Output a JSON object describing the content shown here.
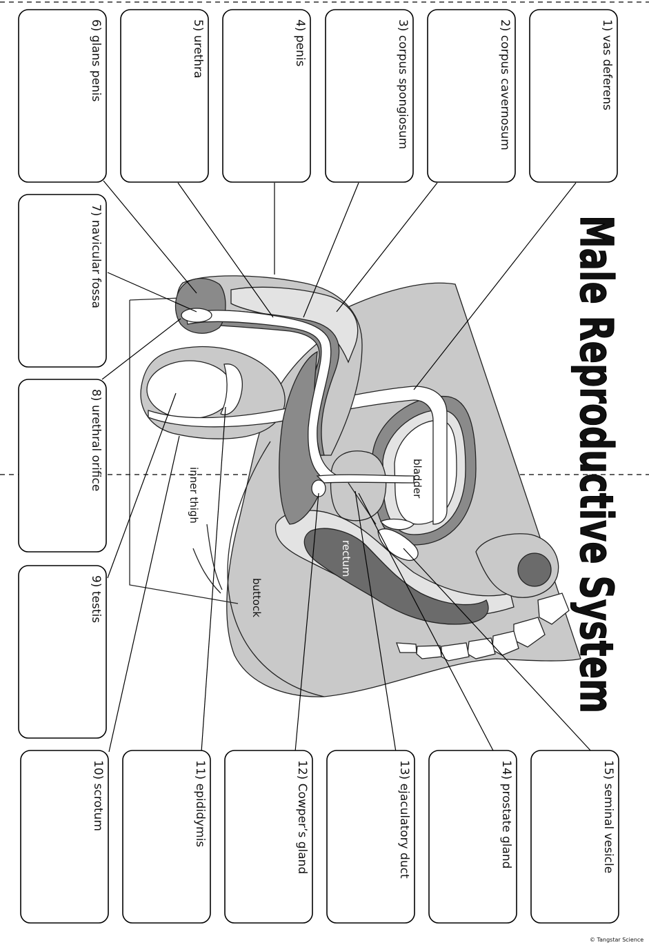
{
  "title": "Male Reproductive System",
  "labels": {
    "l1": "1) vas deferens",
    "l2": "2) corpus cavernosum",
    "l3": "3) corpus spongiosum",
    "l4": "4) penis",
    "l5": "5) urethra",
    "l6": "6) glans penis",
    "l7": "7) navicular fossa",
    "l8": "8) urethral orifice",
    "l9": "9) testis",
    "l10": "10) scrotum",
    "l11": "11) epididymis",
    "l12": "12) Cowper’s gland",
    "l13": "13) ejaculatory duct",
    "l14": "14) prostate gland",
    "l15": "15) seminal vesicle"
  },
  "diagram": {
    "bladder": "bladder",
    "rectum": "rectum",
    "inner_thigh": "inner thigh",
    "buttock": "buttock"
  },
  "copyright": "© Tangstar Science"
}
